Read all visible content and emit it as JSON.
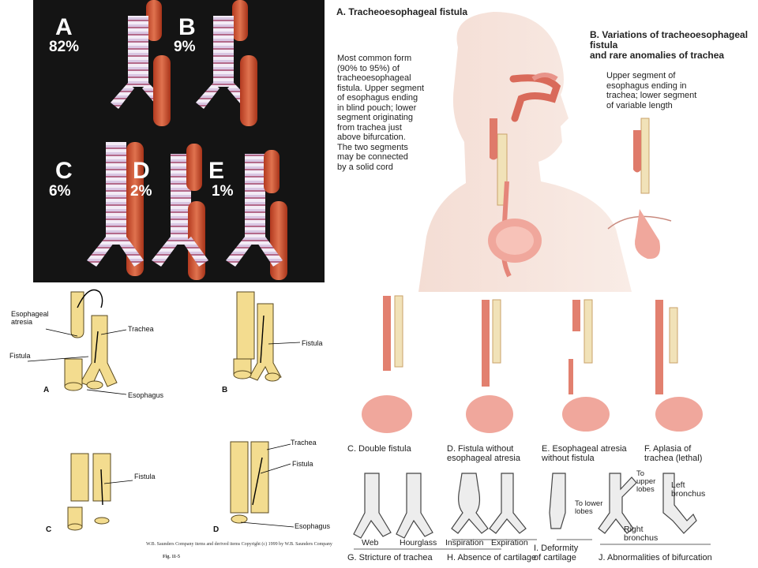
{
  "photo_panel": {
    "types": [
      {
        "letter": "A",
        "percent": "82%"
      },
      {
        "letter": "B",
        "percent": "9%"
      },
      {
        "letter": "C",
        "percent": "6%"
      },
      {
        "letter": "D",
        "percent": "2%"
      },
      {
        "letter": "E",
        "percent": "1%"
      }
    ]
  },
  "line_panel": {
    "labels": {
      "esophageal_atresia": "Esophageal\natresia",
      "trachea_a": "Trachea",
      "fistula_a": "Fistula",
      "esophagus_a": "Esophagus",
      "fistula_b": "Fistula",
      "fistula_c": "Fistula",
      "trachea_d": "Trachea",
      "fistula_d": "Fistula",
      "esophagus_d": "Esophagus"
    },
    "panel_letters": [
      "A",
      "B",
      "C",
      "D"
    ],
    "copyright": "W.B. Saunders Company items and derived items Copyright (c) 1999 by W.B. Saunders Company",
    "fig": "Fig. 11-5"
  },
  "netter": {
    "title_a": "A. Tracheoesophageal fistula",
    "desc_a": "Most common form\n(90% to 95%) of\ntracheoesophageal\nfistula. Upper segment\nof esophagus ending\nin blind pouch; lower\nsegment originating\nfrom trachea just\nabove bifurcation.\nThe two segments\nmay be connected\nby a solid cord",
    "title_b": "B. Variations of tracheoesophageal fistula\nand rare anomalies of trachea",
    "desc_b": "Upper segment of\nesophagus ending in\ntrachea; lower segment\nof variable length",
    "captions": {
      "c": "C. Double fistula",
      "d": "D. Fistula without\n     esophageal atresia",
      "e": "E. Esophageal atresia\n     without fistula",
      "f": "F. Aplasia of\n     trachea (lethal)"
    },
    "bottom": {
      "web": "Web",
      "hourglass": "Hourglass",
      "inspiration": "Inspiration",
      "expiration": "Expiration",
      "to_upper_lobes": "To\nupper\nlobes",
      "to_lower_lobes": "To lower\nlobes",
      "left_bronchus": "Left\nbronchus",
      "right_bronchus": "Right\nbronchus",
      "g": "G. Stricture of trachea",
      "h": "H. Absence of cartilage",
      "i": "I. Deformity\n    of cartilage",
      "j": "J. Abnormalities of bifurcation"
    }
  }
}
